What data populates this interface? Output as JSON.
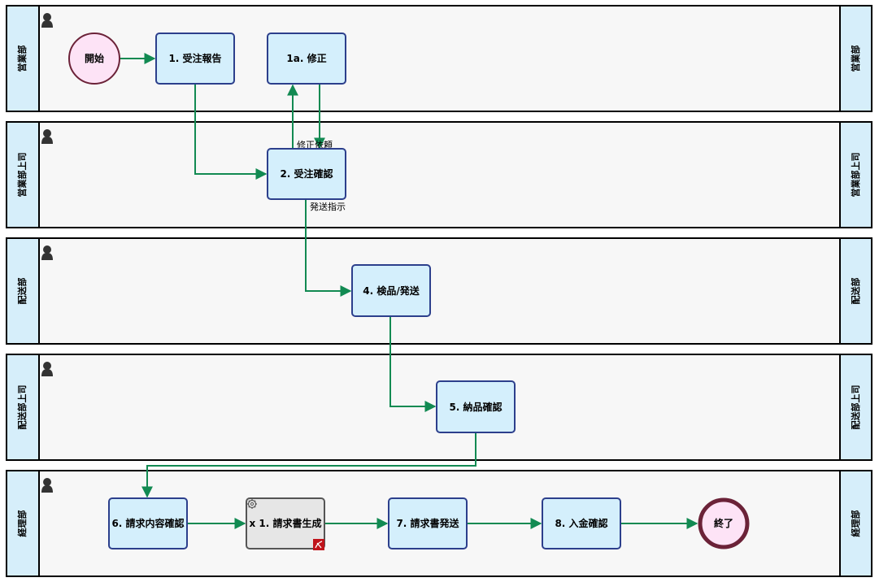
{
  "diagram": {
    "lanes": [
      {
        "id": "eigyo",
        "label": "営業部"
      },
      {
        "id": "eigyo-boss",
        "label": "営業部上司"
      },
      {
        "id": "haiso",
        "label": "配送部"
      },
      {
        "id": "haiso-boss",
        "label": "配送部上司"
      },
      {
        "id": "keiri",
        "label": "経理部"
      }
    ],
    "nodes": {
      "start": "開始",
      "task1": "1. 受注報告",
      "task1a": "1a. 修正",
      "task2": "2. 受注確認",
      "task4": "4. 検品/発送",
      "task5": "5. 納品確認",
      "task6": "6. 請求内容確認",
      "taskx1": "x 1. 請求書生成",
      "task7": "7. 請求書発送",
      "task8": "8. 入金確認",
      "end": "終了"
    },
    "edge_labels": {
      "revision": "修正依頼",
      "ship": "発送指示"
    },
    "colors": {
      "lane_header": "#d6eefa",
      "lane_body": "#f7f7f7",
      "task_fill": "#d4effc",
      "task_stroke": "#2c3f8c",
      "service_fill": "#e6e6e6",
      "start_fill": "#fde3f6",
      "circle_stroke": "#6b2238",
      "flow": "#128a52"
    }
  }
}
